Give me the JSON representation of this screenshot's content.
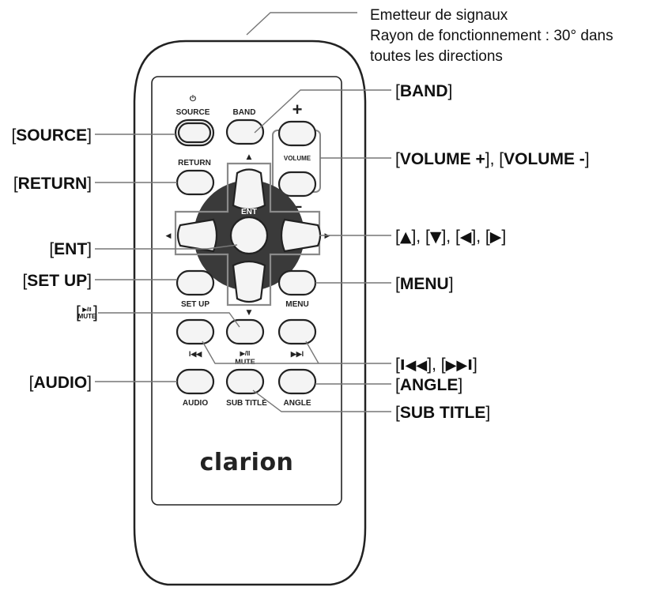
{
  "signal_note": {
    "line1": "Emetteur de signaux",
    "line2": "Rayon de fonctionnement : 30° dans",
    "line3": "toutes les directions"
  },
  "labels": {
    "source": "SOURCE",
    "return": "RETURN",
    "ent": "ENT",
    "setup": "SET UP",
    "play_mute_top": "▶/II",
    "play_mute_bottom": "MUTE",
    "audio": "AUDIO",
    "band": "BAND",
    "volume": "VOLUME +",
    "volume_minus": "VOLUME -",
    "arrow_up": "▲",
    "arrow_down": "▼",
    "arrow_left": "◀",
    "arrow_right": "▶",
    "menu": "MENU",
    "skip": "I◀◀",
    "skip_fwd": "▶▶I",
    "angle": "ANGLE",
    "subtitle": "SUB TITLE"
  },
  "remote": {
    "source_btn": "SOURCE",
    "power_icon": "⏻",
    "band_btn": "BAND",
    "plus": "+",
    "minus": "–",
    "volume_btn": "VOLUME",
    "return_btn": "RETURN",
    "ent_btn": "ENT",
    "setup_btn": "SET UP",
    "menu_btn": "MENU",
    "play_btn": "▶/II",
    "mute_btn": "MUTE",
    "prev_btn": "I◀◀",
    "next_btn": "▶▶I",
    "audio_btn": "AUDIO",
    "subtitle_btn": "SUB TITLE",
    "angle_btn": "ANGLE",
    "brand": "clarion"
  }
}
